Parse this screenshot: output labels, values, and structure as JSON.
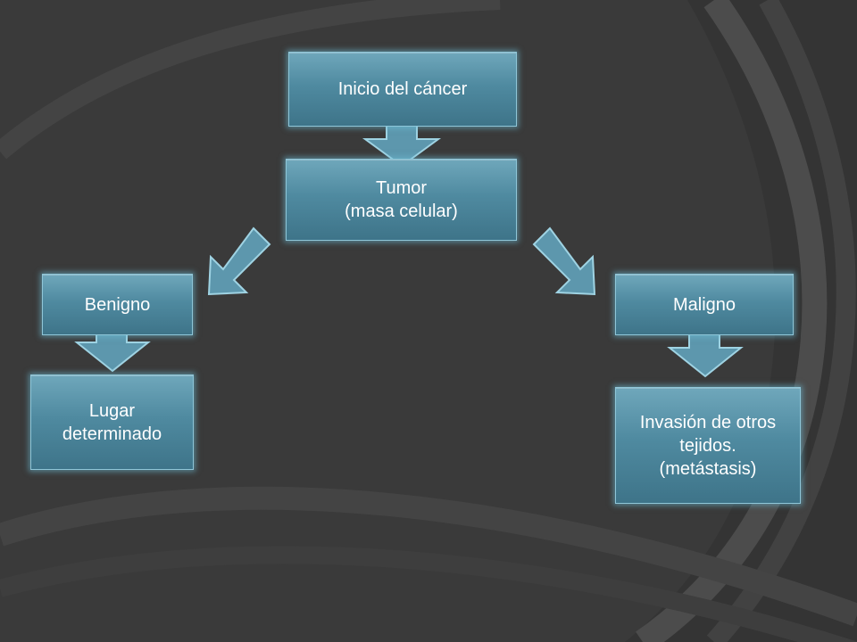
{
  "diagram": {
    "root": "Inicio del cáncer",
    "tumor": "Tumor\n(masa celular)",
    "benign": {
      "label": "Benigno",
      "outcome": "Lugar\ndeterminado"
    },
    "malignant": {
      "label": "Maligno",
      "outcome": "Invasión de otros\ntejidos.\n(metástasis)"
    }
  },
  "colors": {
    "background": "#3a3a3a",
    "box_fill": "#4f8aa0",
    "box_glow": "#8fc6d8",
    "arrow_fill": "#5d97ad"
  }
}
